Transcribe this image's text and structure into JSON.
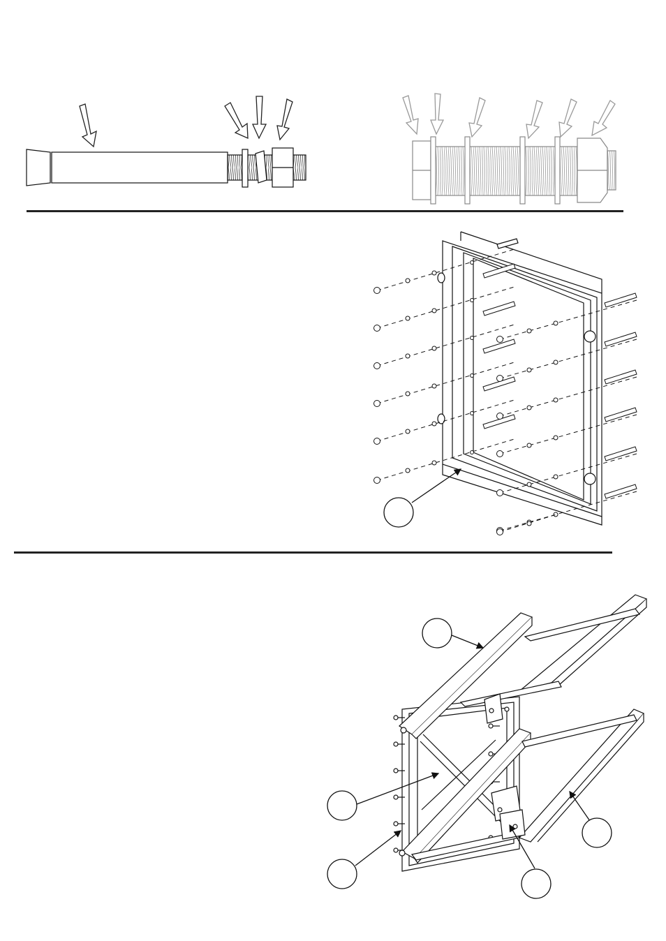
{
  "page": {
    "background": "#ffffff",
    "line_color": "#222222",
    "faded_color": "#9a9a9a"
  },
  "section1": {
    "anchor_bolt_parts": [
      "anchor-sleeve",
      "washer",
      "spring-washer",
      "hex-nut"
    ],
    "stud_parts": [
      "hex-nut",
      "washer",
      "washer",
      "washer",
      "washer",
      "coupling-nut"
    ]
  },
  "section2": {
    "callouts": [
      {
        "id": "frame-callout",
        "label": ""
      }
    ]
  },
  "section3": {
    "callouts": [
      {
        "id": "top-arm-callout",
        "label": ""
      },
      {
        "id": "base-frame-callout",
        "label": ""
      },
      {
        "id": "side-rail-callout",
        "label": ""
      },
      {
        "id": "hinge-callout",
        "label": ""
      },
      {
        "id": "bottom-arm-callout",
        "label": ""
      }
    ]
  }
}
